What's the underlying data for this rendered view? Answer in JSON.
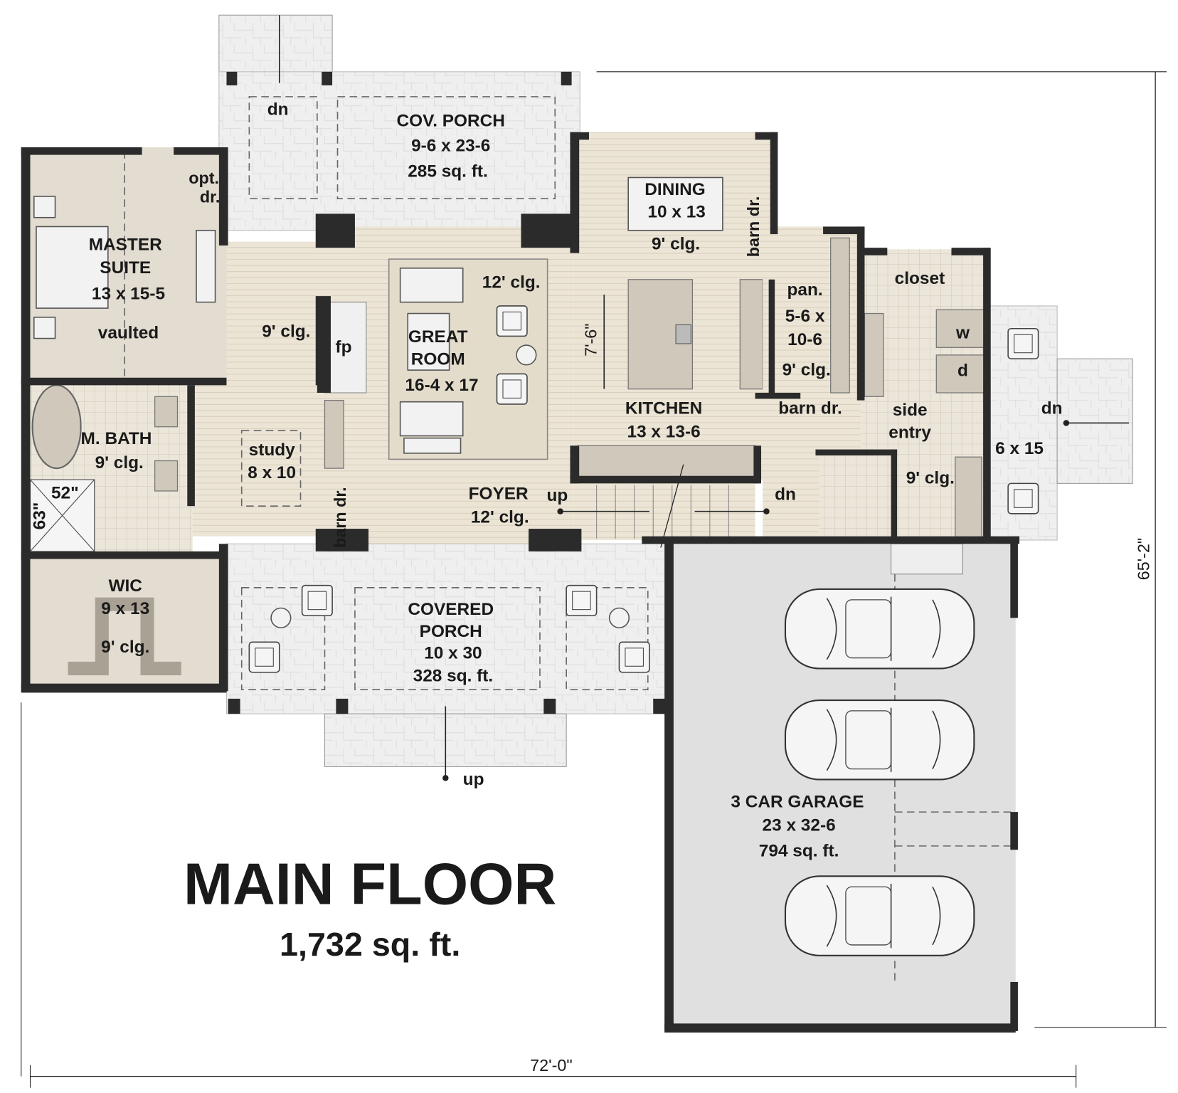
{
  "title": "MAIN FLOOR",
  "total_area": "1,732 sq. ft.",
  "dimensions": {
    "width": "72'-0\"",
    "depth": "65'-2\""
  },
  "colors": {
    "wall": "#2b2b2b",
    "interior_floor": "#ece5d6",
    "bedroom_floor": "#e3dcd0",
    "porch": "#eeeeee",
    "garage": "#e0e0e0"
  },
  "rooms": {
    "cov_porch": {
      "lines": [
        "COV. PORCH",
        "9-6 x 23-6",
        "285 sq. ft."
      ],
      "stair": "dn"
    },
    "master_suite": {
      "lines": [
        "MASTER",
        "SUITE",
        "13 x 15-5",
        "vaulted"
      ],
      "door": [
        "opt.",
        "dr."
      ]
    },
    "hall": {
      "ceiling": "9' clg."
    },
    "great_room": {
      "lines": [
        "GREAT",
        "ROOM",
        "16-4 x 17"
      ],
      "ceiling": "12' clg.",
      "fireplace": "fp"
    },
    "dining": {
      "lines": [
        "DINING",
        "10 x 13"
      ],
      "ceiling": "9' clg.",
      "door": "barn dr."
    },
    "kitchen": {
      "lines": [
        "KITCHEN",
        "13 x 13-6"
      ],
      "island_dim": "7'-6\""
    },
    "pantry": {
      "lines": [
        "pan.",
        "5-6 x",
        "10-6"
      ],
      "ceiling": "9' clg.",
      "door": "barn dr."
    },
    "closet": {
      "lines": [
        "closet"
      ]
    },
    "laundry": {
      "washer": "w",
      "dryer": "d"
    },
    "side_entry": {
      "lines": [
        "side",
        "entry"
      ],
      "ceiling": "9' clg."
    },
    "side_porch": {
      "lines": [
        "6 x 15"
      ],
      "stair": "dn"
    },
    "m_bath": {
      "lines": [
        "M. BATH",
        "9' clg."
      ],
      "shower_w": "52\"",
      "shower_d": "63\""
    },
    "study": {
      "lines": [
        "study",
        "8 x 10"
      ],
      "door": "barn dr."
    },
    "foyer": {
      "lines": [
        "FOYER",
        "12' clg."
      ],
      "stair_up": "up",
      "stair_dn": "dn"
    },
    "wic": {
      "lines": [
        "WIC",
        "9 x 13",
        "9' clg."
      ]
    },
    "covered_porch": {
      "lines": [
        "COVERED",
        "PORCH",
        "10 x 30",
        "328 sq. ft."
      ],
      "stair": "up"
    },
    "garage": {
      "lines": [
        "3 CAR GARAGE",
        "23 x 32-6",
        "794 sq. ft."
      ]
    }
  }
}
